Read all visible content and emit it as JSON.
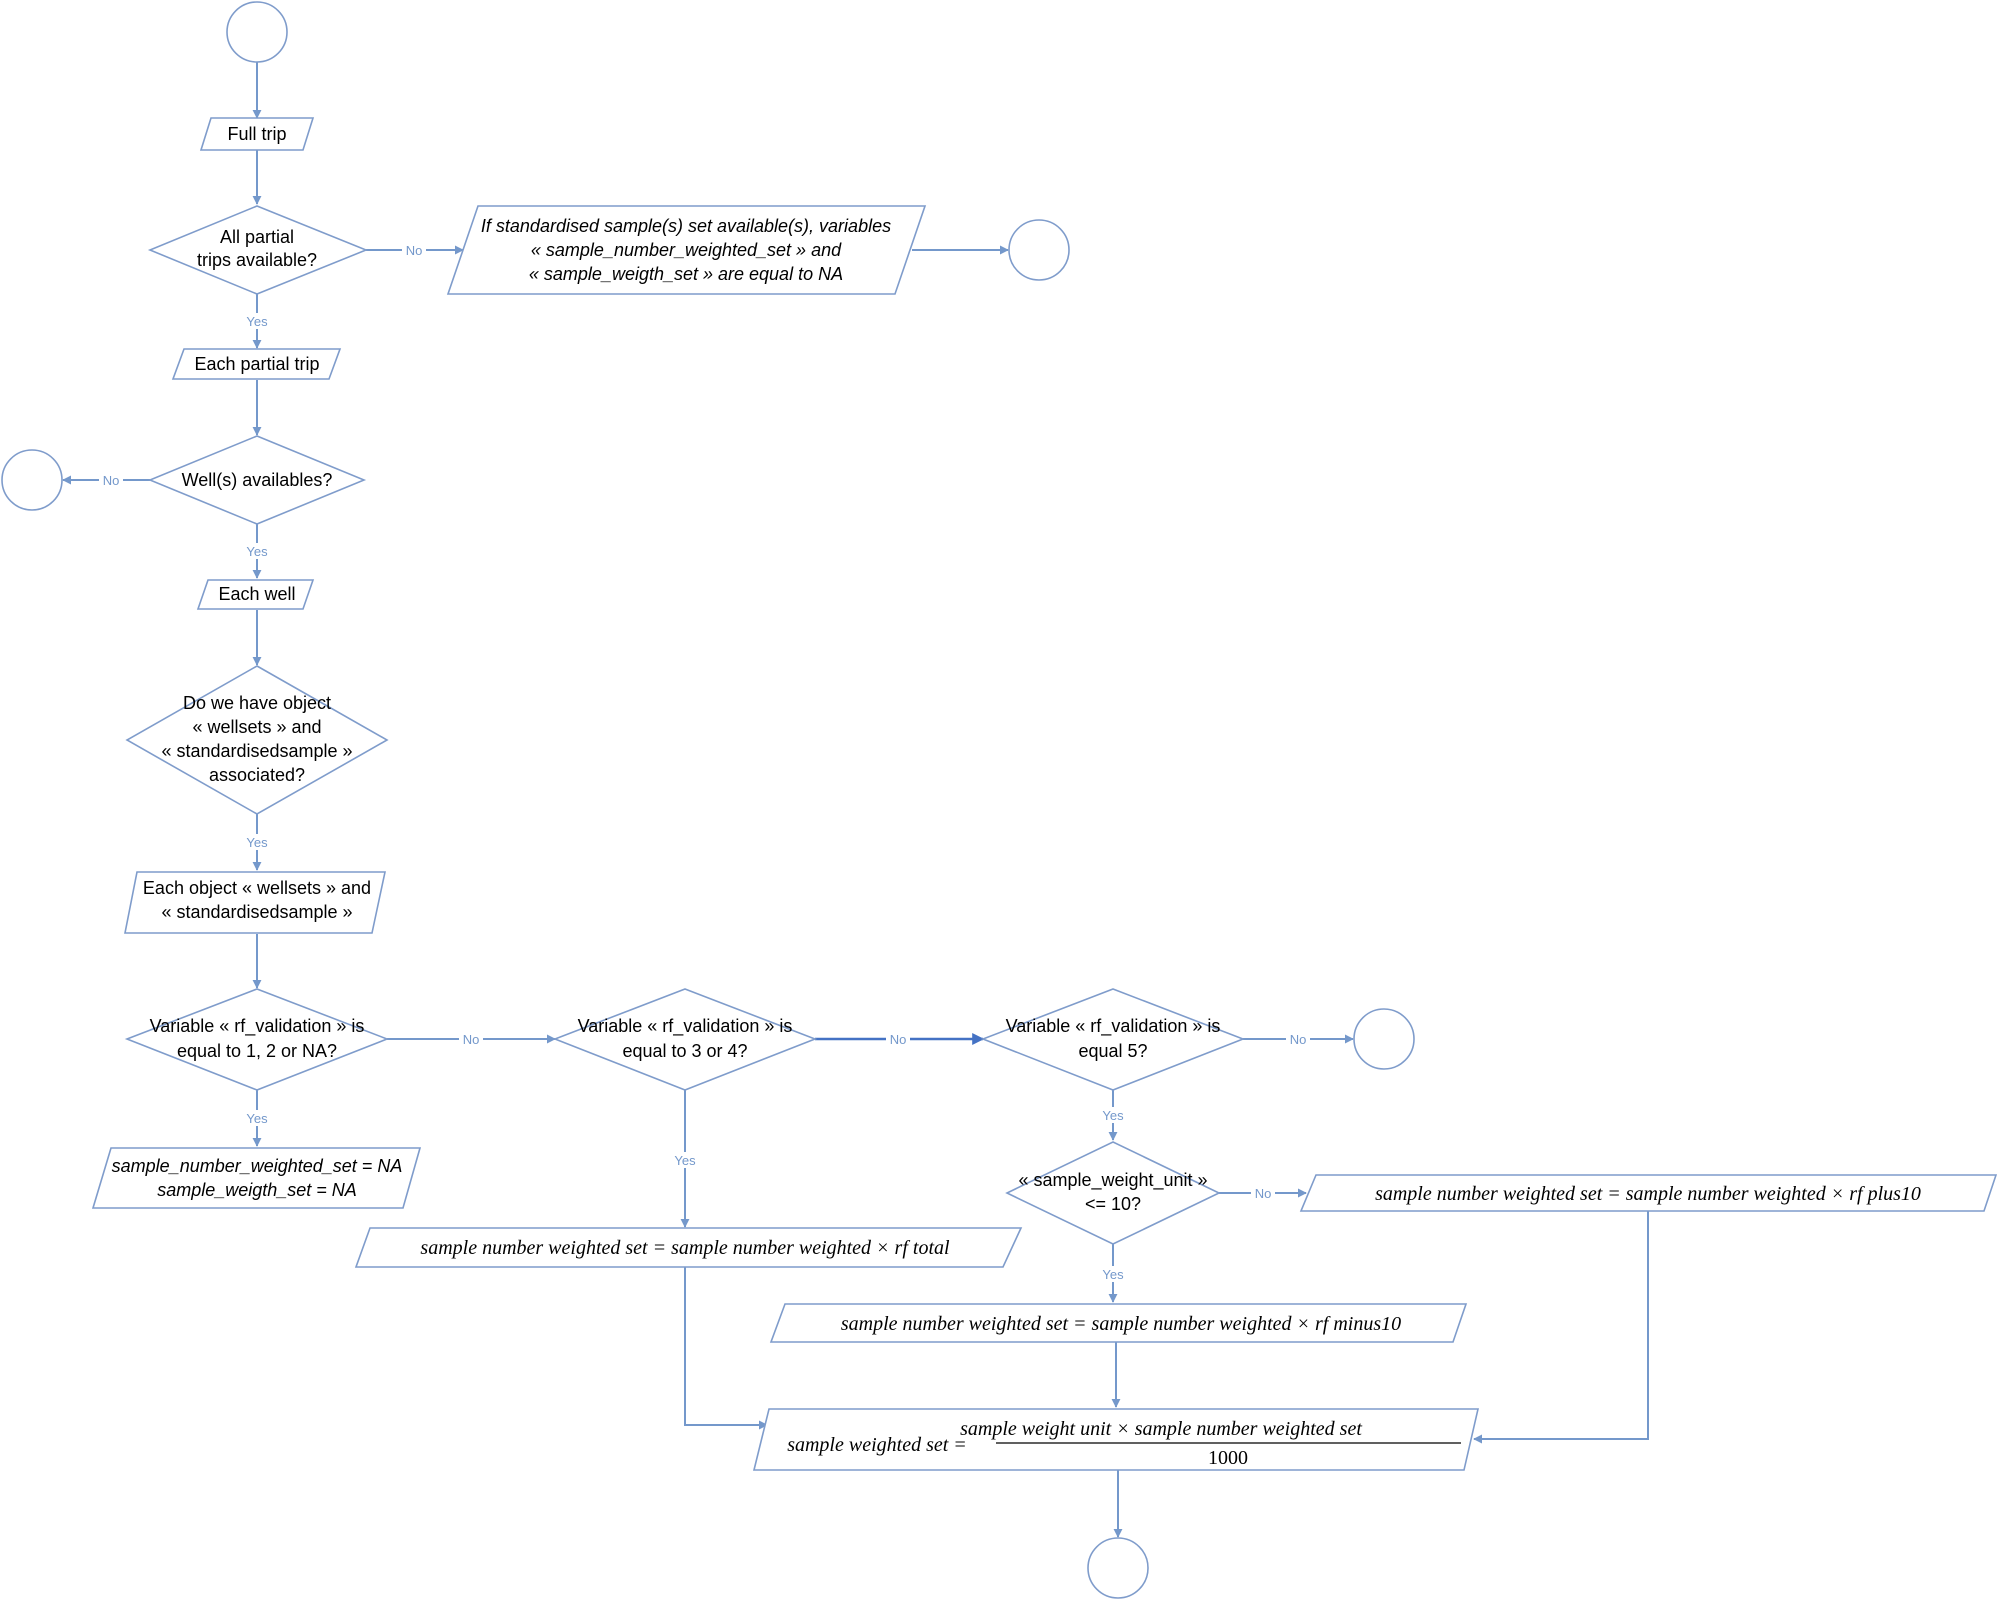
{
  "nodes": {
    "full_trip": "Full trip",
    "all_partial_q": [
      "All partial",
      "trips available?"
    ],
    "na_note": [
      "If standardised sample(s) set available(s), variables",
      "« sample_number_weighted_set » and",
      "« sample_weigth_set » are equal to NA"
    ],
    "each_partial_trip": "Each partial trip",
    "wells_q": "Well(s) availables?",
    "each_well": "Each well",
    "object_q": [
      "Do we have object",
      "« wellsets » and",
      "« standardisedsample »",
      "associated?"
    ],
    "each_object": [
      "Each object « wellsets » and",
      "« standardisedsample »"
    ],
    "rf_q1": [
      "Variable « rf_validation » is",
      "equal to 1, 2 or NA?"
    ],
    "rf_q2": [
      "Variable « rf_validation » is",
      "equal to 3 or 4?"
    ],
    "rf_q3": [
      "Variable « rf_validation » is",
      "equal 5?"
    ],
    "set_na": [
      "sample_number_weighted_set = NA",
      "sample_weigth_set = NA"
    ],
    "formula_total": "sample number weighted set =  sample number weighted × rf total",
    "unit_q": [
      "« sample_weight_unit »",
      "<= 10?"
    ],
    "formula_plus10": "sample number weighted set =  sample number weighted × rf plus10",
    "formula_minus10": "sample number weighted set =  sample number weighted × rf minus10",
    "formula_weighted_lhs": "sample weighted set =",
    "formula_weighted_num": "sample weight unit ×  sample number weighted set",
    "formula_weighted_den": "1000"
  },
  "edge_labels": {
    "yes": "Yes",
    "no": "No"
  },
  "colors": {
    "stroke": "#7f9ccb",
    "connector": "#7498cb",
    "connector_emphasis": "#4472c4",
    "edge_label": "#7498cb"
  }
}
